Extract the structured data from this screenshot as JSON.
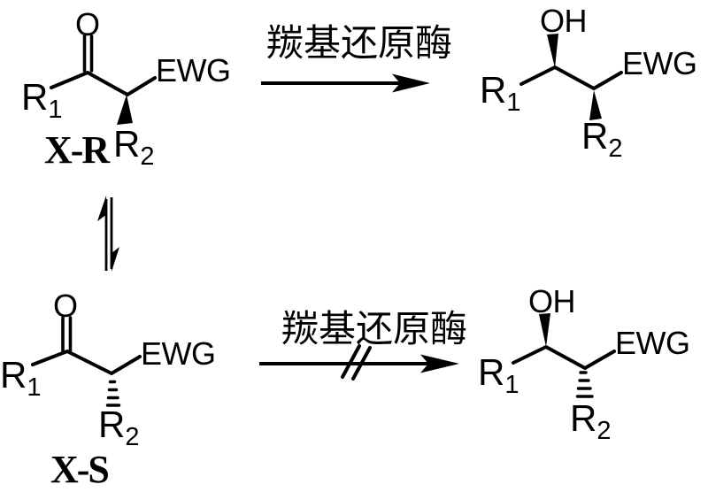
{
  "colors": {
    "ink": "#000000",
    "paper": "#ffffff"
  },
  "molecules": {
    "ketone_xr": {
      "carbonyl_o": "O",
      "r1": {
        "base": "R",
        "sub": "1"
      },
      "r2": {
        "base": "R",
        "sub": "2"
      },
      "ewg": "EWG",
      "name": "X-R"
    },
    "alcohol_top": {
      "hydroxyl": "OH",
      "r1": {
        "base": "R",
        "sub": "1"
      },
      "r2": {
        "base": "R",
        "sub": "2"
      },
      "ewg": "EWG"
    },
    "ketone_xs": {
      "carbonyl_o": "O",
      "r1": {
        "base": "R",
        "sub": "1"
      },
      "r2": {
        "base": "R",
        "sub": "2"
      },
      "ewg": "EWG",
      "name": "X-S"
    },
    "alcohol_bottom": {
      "hydroxyl": "OH",
      "r1": {
        "base": "R",
        "sub": "1"
      },
      "r2": {
        "base": "R",
        "sub": "2"
      },
      "ewg": "EWG"
    }
  },
  "arrows": {
    "top": {
      "label": "羰基还原酶",
      "crossed": false
    },
    "bottom": {
      "label": "羰基还原酶",
      "crossed": true
    }
  }
}
